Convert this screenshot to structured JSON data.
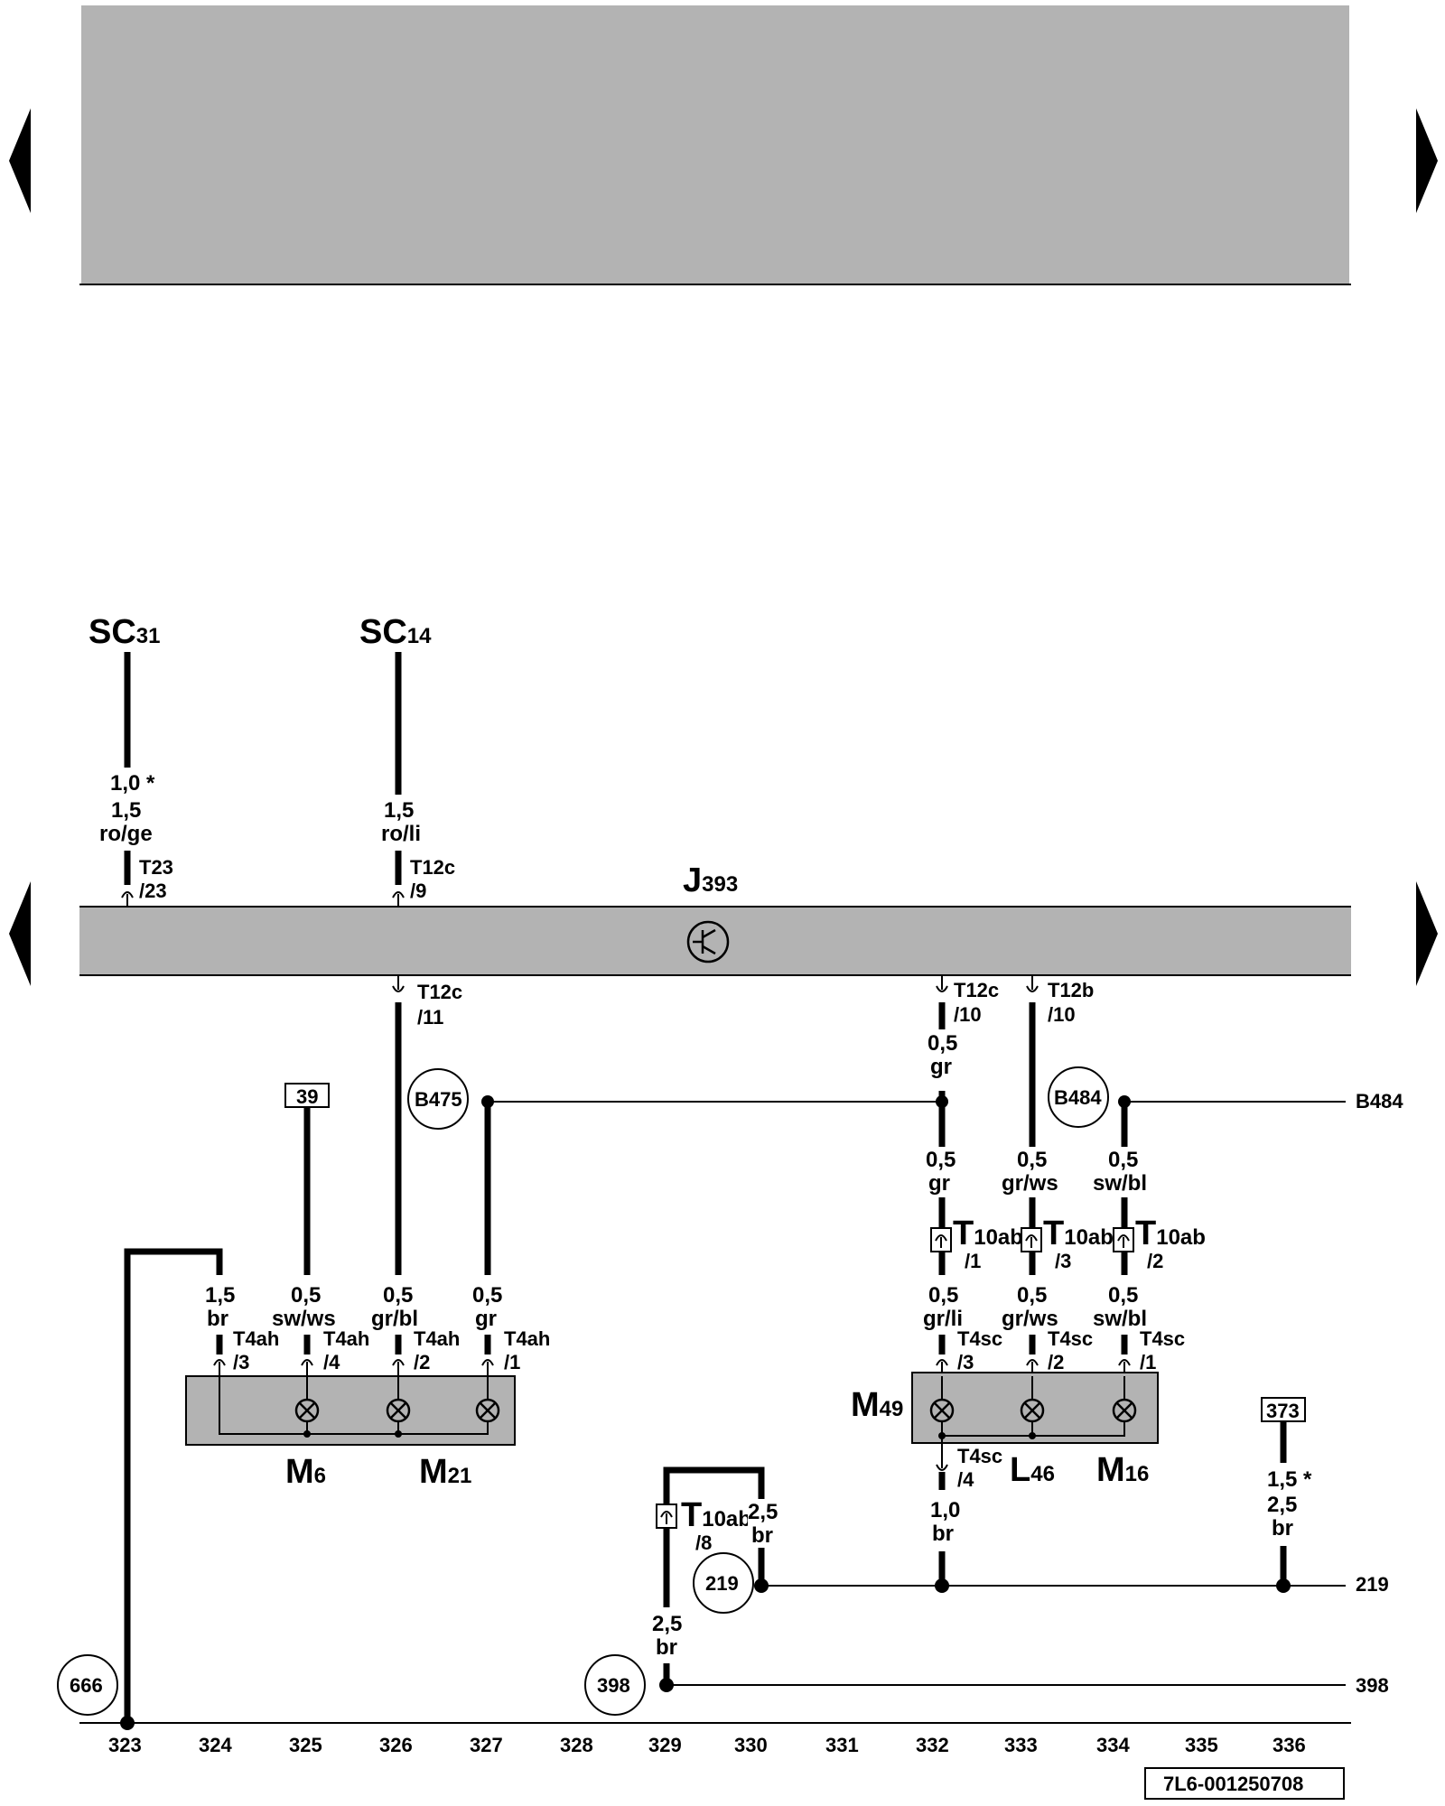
{
  "diagram_id": "7L6-001250708",
  "control_unit": {
    "name": "J",
    "number": "393"
  },
  "supplies": [
    {
      "name": "SC",
      "number": "31"
    },
    {
      "name": "SC",
      "number": "14"
    }
  ],
  "connector_labels": {
    "t23_23": [
      "T23",
      "/23"
    ],
    "t12c_9": [
      "T12c",
      "/9"
    ],
    "t12c_11": [
      "T12c",
      "/11"
    ],
    "t12c_10": [
      "T12c",
      "/10"
    ],
    "t12b_10": [
      "T12b",
      "/10"
    ],
    "t4ah_3": [
      "T4ah",
      "/3"
    ],
    "t4ah_4": [
      "T4ah",
      "/4"
    ],
    "t4ah_2": [
      "T4ah",
      "/2"
    ],
    "t4ah_1": [
      "T4ah",
      "/1"
    ],
    "t4sc_3": [
      "T4sc",
      "/3"
    ],
    "t4sc_2": [
      "T4sc",
      "/2"
    ],
    "t4sc_1": [
      "T4sc",
      "/1"
    ],
    "t4sc_4": [
      "T4sc",
      "/4"
    ],
    "t10ab_1": [
      "T",
      "10ab",
      "/1"
    ],
    "t10ab_3": [
      "T",
      "10ab",
      "/3"
    ],
    "t10ab_2": [
      "T",
      "10ab",
      "/2"
    ],
    "t10ab_8": [
      "T",
      "10ab",
      "/8"
    ]
  },
  "wire_labels": {
    "sc31": [
      "1,0 *",
      "1,5",
      "ro/ge"
    ],
    "sc14": [
      "1,5",
      "ro/li"
    ],
    "c324": [
      "1,5",
      "br"
    ],
    "c325": [
      "0,5",
      "sw/ws"
    ],
    "c326": [
      "0,5",
      "gr/bl"
    ],
    "c327": [
      "0,5",
      "gr"
    ],
    "c332a": [
      "0,5",
      "gr"
    ],
    "c332b": [
      "0,5",
      "gr"
    ],
    "c333a": [
      "0,5",
      "gr/ws"
    ],
    "c334a": [
      "0,5",
      "sw/bl"
    ],
    "c332c": [
      "0,5",
      "gr/li"
    ],
    "c333c": [
      "0,5",
      "gr/ws"
    ],
    "c334c": [
      "0,5",
      "sw/bl"
    ],
    "c332d": [
      "1,0",
      "br"
    ],
    "c330": [
      "2,5",
      "br"
    ],
    "c329": [
      "2,5",
      "br"
    ],
    "c336": [
      "1,5 *",
      "2,5",
      "br"
    ]
  },
  "components": {
    "m6": {
      "name": "M",
      "number": "6"
    },
    "m21": {
      "name": "M",
      "number": "21"
    },
    "m49": {
      "name": "M",
      "number": "49"
    },
    "l46": {
      "name": "L",
      "number": "46"
    },
    "m16": {
      "name": "M",
      "number": "16"
    }
  },
  "refs": {
    "b475": "B475",
    "b484": "B484",
    "r219": "219",
    "r398": "398",
    "r666": "666",
    "box39": "39",
    "box373": "373",
    "b484_out": "B484",
    "r219_out": "219",
    "r398_out": "398"
  },
  "tracks": [
    "323",
    "324",
    "325",
    "326",
    "327",
    "328",
    "329",
    "330",
    "331",
    "332",
    "333",
    "334",
    "335",
    "336"
  ]
}
